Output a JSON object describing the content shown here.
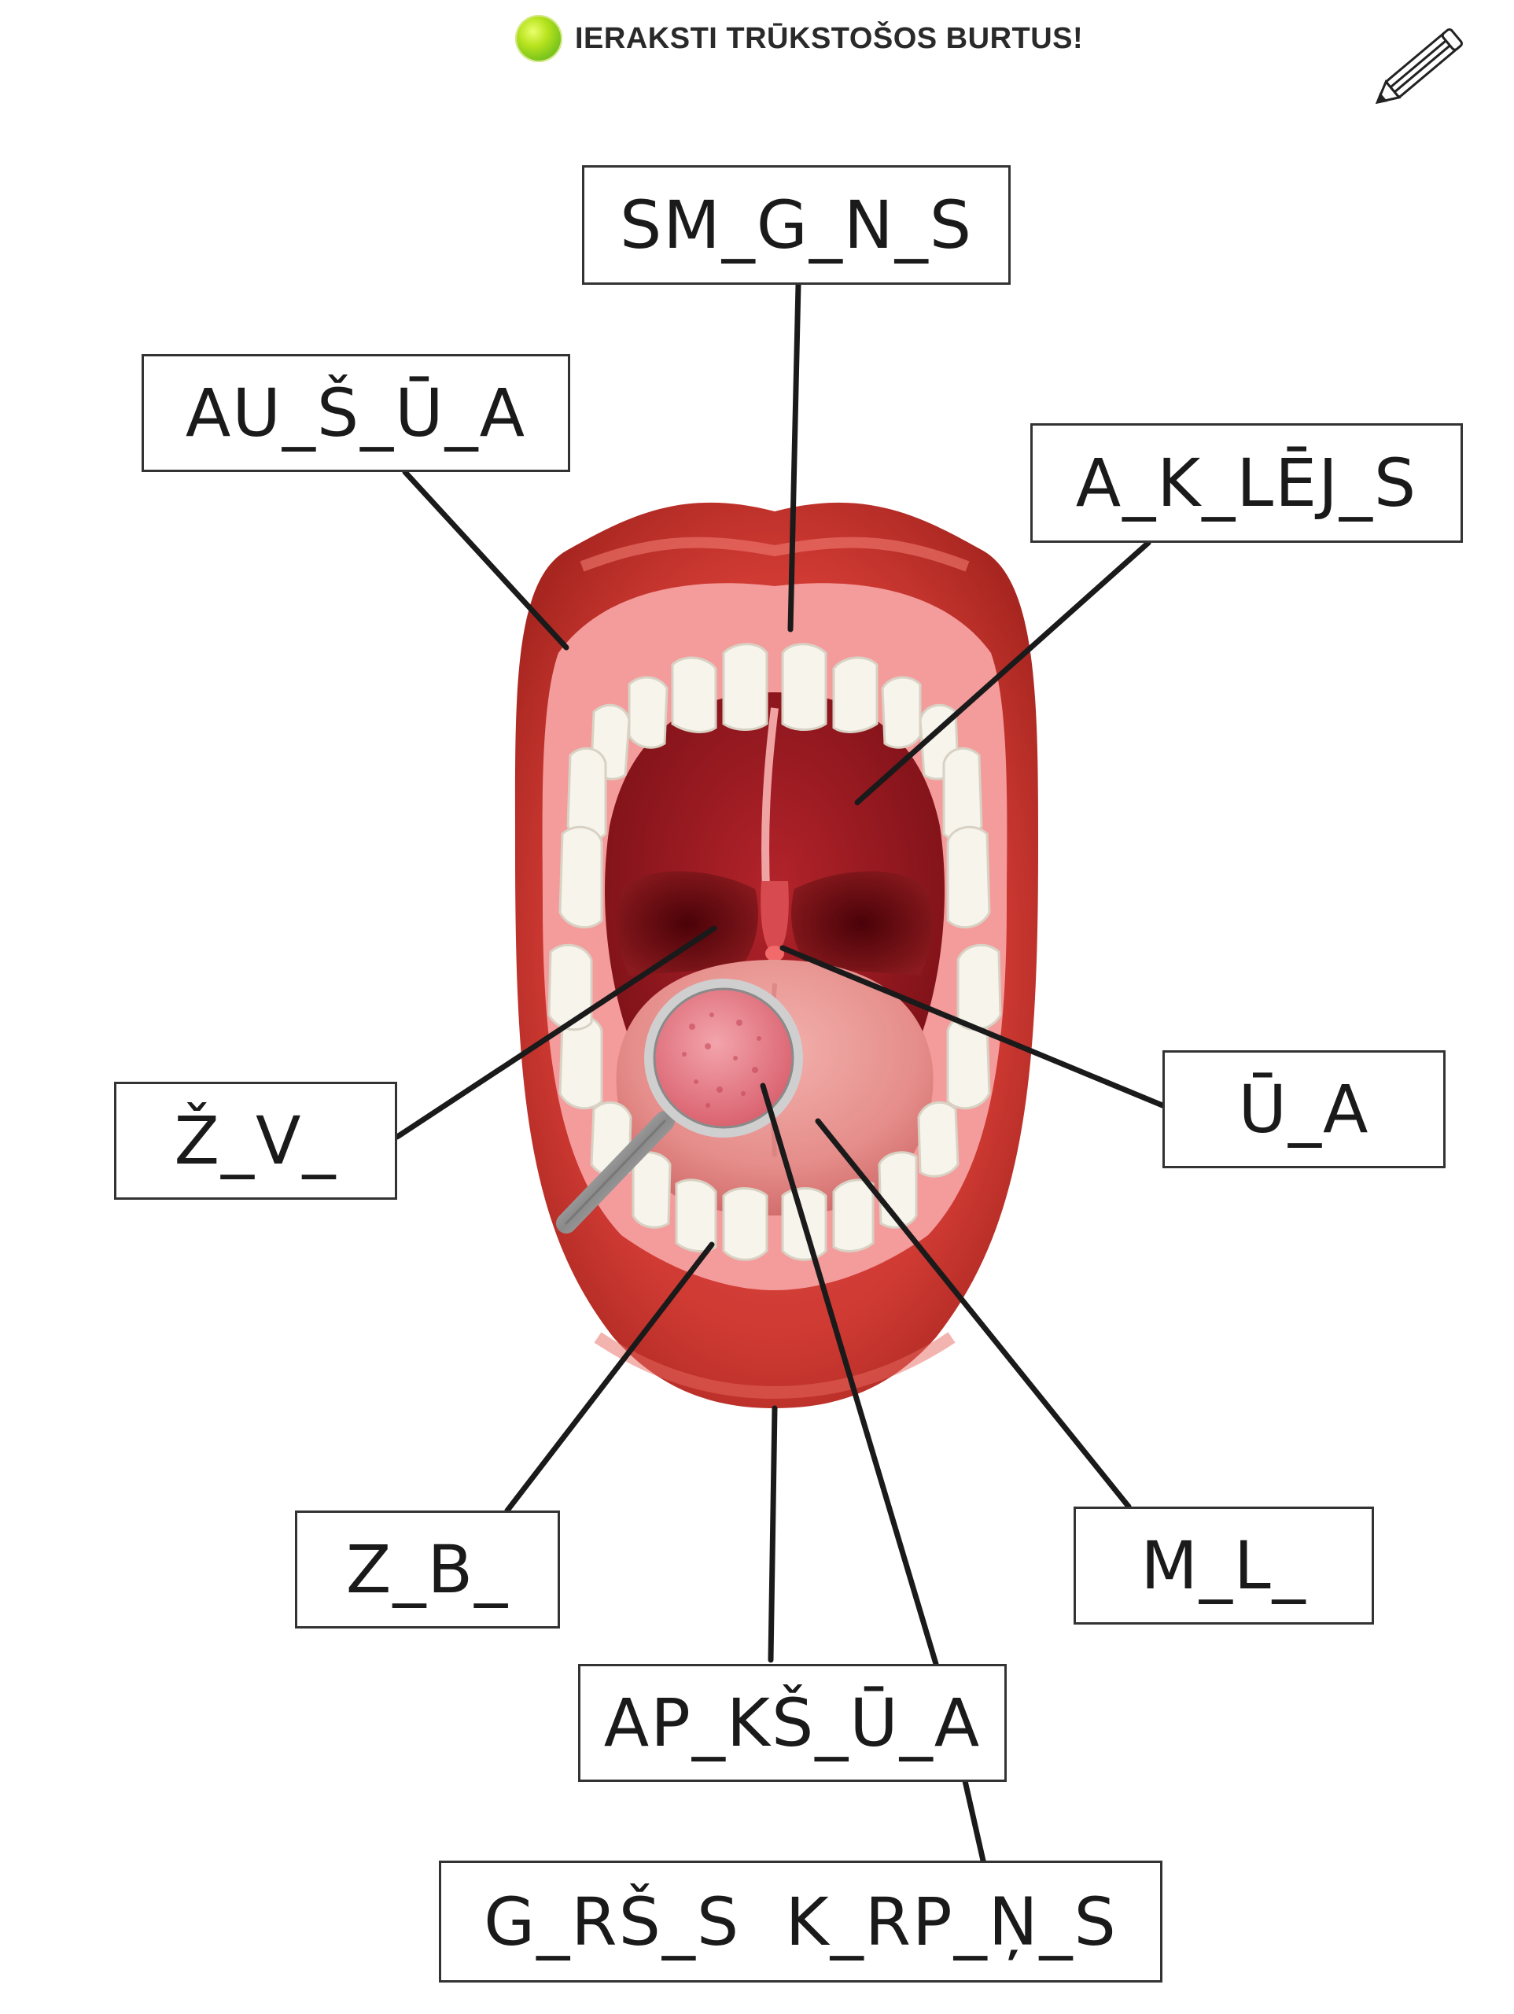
{
  "header": {
    "instruction": "IERAKSTI TRŪKSTOŠOS BURTUS!"
  },
  "labels": {
    "palate_upper": "SM_G_N_S",
    "lips": "AU_Š_Ū_A",
    "hard_palate": "A_K_LĒJ_S",
    "throat": "Ž_V_",
    "uvula": "Ū_A",
    "tooth": "Z_B_",
    "tongue": "M_L_",
    "lower_lip": "AP_KŠ_Ū_A",
    "taste_buds": "G_RŠ_S  K_RP_Ņ_S"
  }
}
